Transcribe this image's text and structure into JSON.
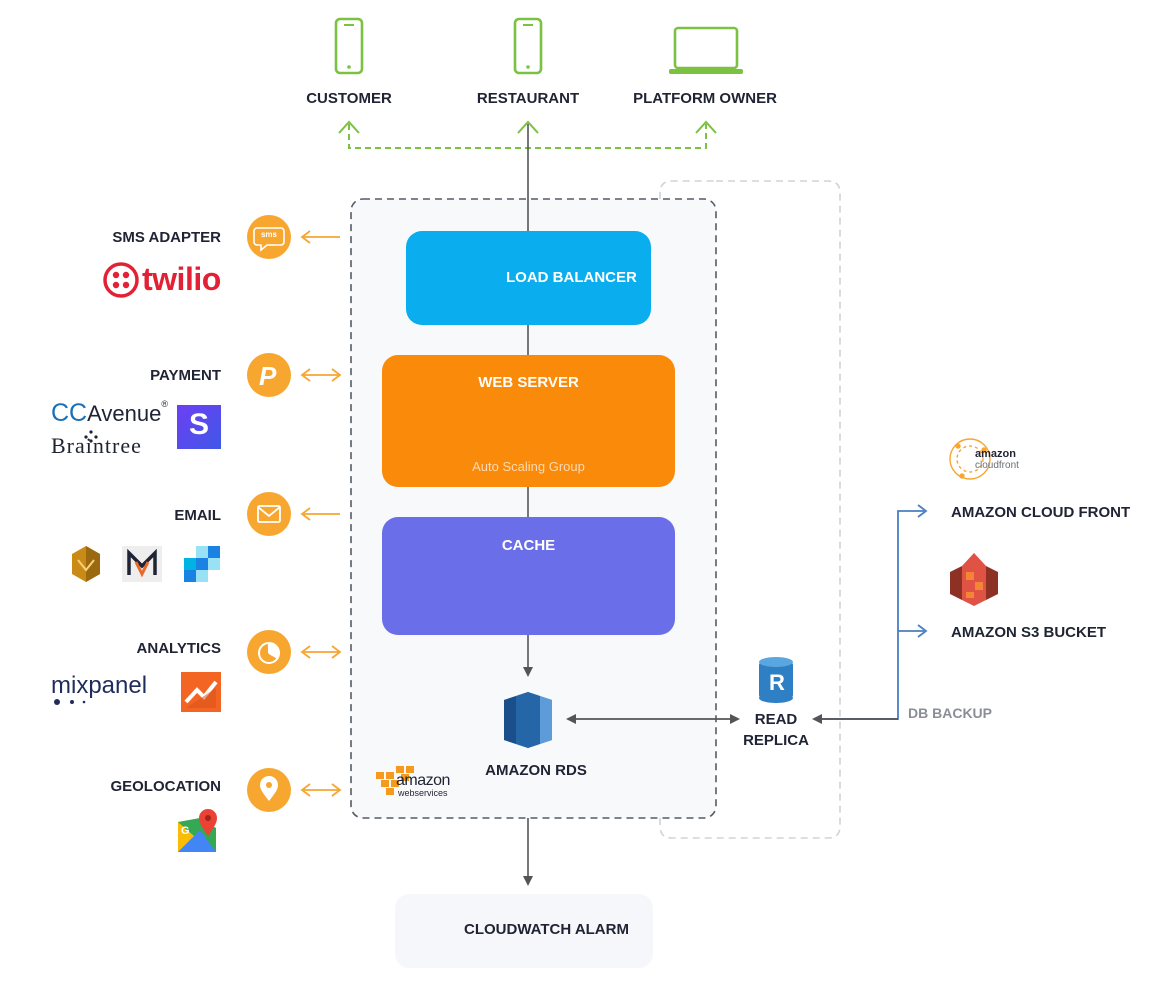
{
  "clients": {
    "customer": "CUSTOMER",
    "restaurant": "RESTAURANT",
    "platform_owner": "PLATFORM OWNER"
  },
  "core": {
    "load_balancer": "LOAD BALANCER",
    "web_server": "WEB SERVER",
    "auto_scaling": "Auto Scaling Group",
    "cache": "CACHE",
    "rds": "AMAZON RDS",
    "read_replica_line1": "READ",
    "read_replica_line2": "REPLICA",
    "replica_icon_letter": "R",
    "cloudwatch": "CLOUDWATCH ALARM",
    "aws_logo_line1": "amazon",
    "aws_logo_line2": "webservices"
  },
  "services": {
    "sms": {
      "label": "SMS ADAPTER",
      "icon_text": "sms",
      "brand": "twilio"
    },
    "payment": {
      "label": "PAYMENT",
      "icon_text": "P",
      "brands": [
        "CC",
        "Avenue",
        "®",
        "Braintree",
        "S"
      ]
    },
    "email": {
      "label": "EMAIL",
      "brands": [
        "M"
      ]
    },
    "analytics": {
      "label": "ANALYTICS",
      "brands": [
        "mixpanel"
      ]
    },
    "geolocation": {
      "label": "GEOLOCATION"
    }
  },
  "backup": {
    "label": "DB BACKUP",
    "cloudfront": "AMAZON CLOUD FRONT",
    "cloudfront_logo_line1": "amazon",
    "cloudfront_logo_line2": "cloudfront",
    "s3": "AMAZON S3 BUCKET"
  },
  "colors": {
    "green": "#7bc142",
    "orange_icon": "#f7a630",
    "lb_blue": "#0aaeee",
    "web_orange": "#f98a0a",
    "cache_purple": "#6a6ee8",
    "rds_blue": "#2e73b8",
    "backup_blue": "#4a7fc1",
    "twilio_red": "#e22134",
    "aws_orange": "#f59a1c"
  }
}
